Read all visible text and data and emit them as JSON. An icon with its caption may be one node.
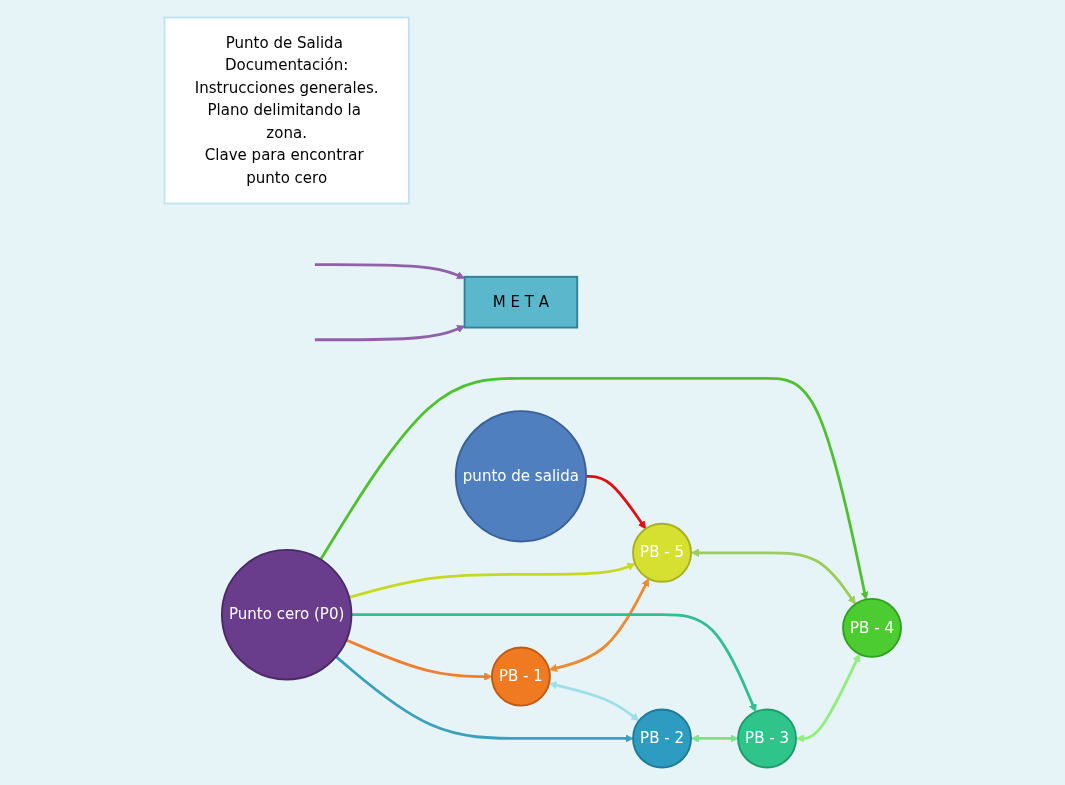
{
  "diagram": {
    "nodes": [
      {
        "text": [
          "Punto de Salida Documentación:",
          "Instrucciones generales.",
          "Plano delimitando la zona.",
          "Clave para encontrar punto cero"
        ]
      },
      {
        "text": [
          "PB - 2"
        ]
      },
      {
        "text": [
          "PB - 1"
        ]
      },
      {
        "text": [
          "Punto cero (P0)"
        ]
      },
      {
        "text": [
          "PB - 3"
        ]
      },
      {
        "text": [
          "M E T A"
        ]
      },
      {
        "text": [
          "punto de salida"
        ]
      },
      {
        "text": [
          "PB - 5"
        ]
      },
      {
        "text": [
          "PB - 4"
        ]
      }
    ],
    "edges": [
      {
        "from": 2,
        "to": 1,
        "arrow": "both",
        "color": "#9ee0ea"
      },
      {
        "from": 1,
        "to": 4,
        "arrow": "both",
        "color": "#7fe08a"
      },
      {
        "from": 4,
        "to": 8,
        "arrow": "both",
        "color": "#8ef07a"
      },
      {
        "from": 7,
        "to": 8,
        "arrow": "both",
        "color": "#9acd5a"
      },
      {
        "from": 2,
        "to": 7,
        "arrow": "both",
        "color": "#f08a30"
      },
      {
        "from": 3,
        "to": 1,
        "arrow": "to",
        "color": "#3aa0c0"
      },
      {
        "from": 3,
        "to": 2,
        "arrow": "to",
        "color": "#f08030"
      },
      {
        "from": 3,
        "to": 4,
        "arrow": "to",
        "color": "#30c090"
      },
      {
        "from": 3,
        "to": 7,
        "arrow": "to",
        "color": "#c8d820"
      },
      {
        "from": 3,
        "to": 8,
        "arrow": "to",
        "color": "#50c030"
      },
      {
        "from": 6,
        "to": 7,
        "arrow": "to",
        "color": "#e01010"
      },
      {
        "from": null,
        "to": 5,
        "arrow": "to",
        "color": "#9060a8"
      },
      {
        "from": null,
        "to": 5,
        "arrow": "to",
        "color": "#9060a8"
      }
    ]
  }
}
